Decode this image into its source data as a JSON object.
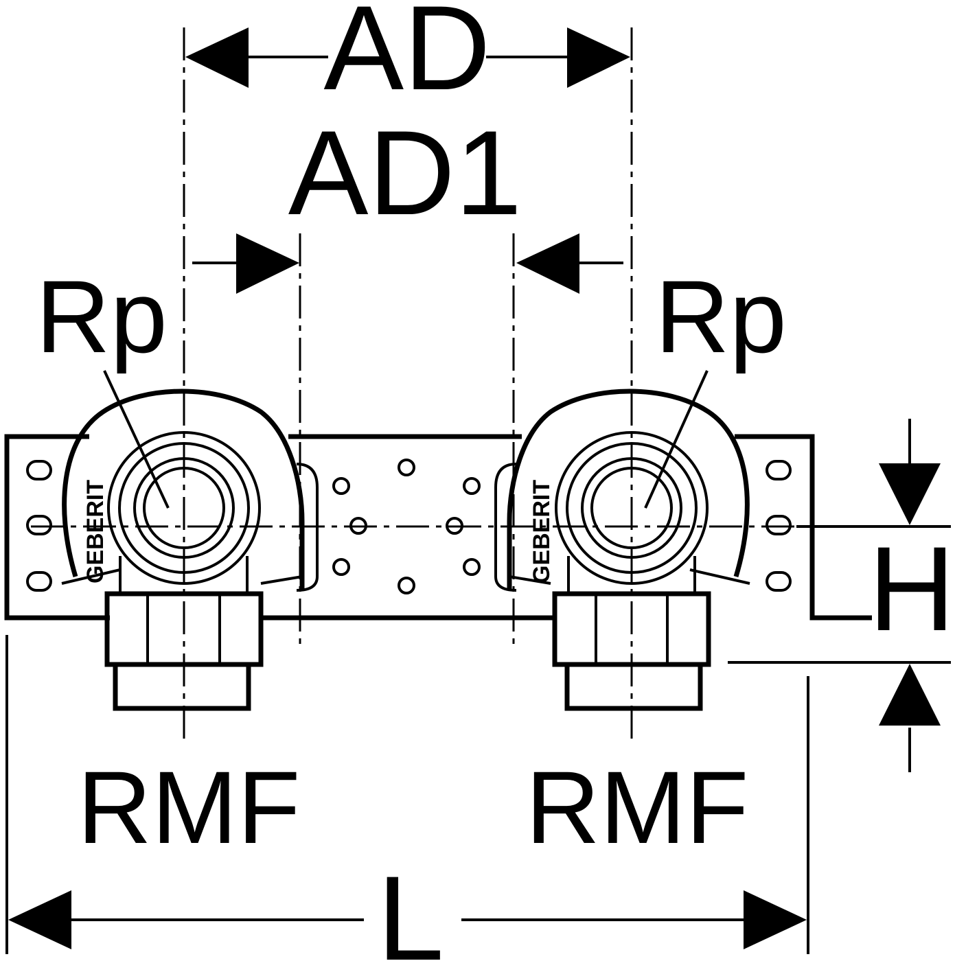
{
  "dimensions": {
    "ad": "AD",
    "ad1": "AD1",
    "h": "H",
    "l": "L"
  },
  "parts": {
    "rp_left": "Rp",
    "rp_right": "Rp",
    "rmf_left": "RMF",
    "rmf_right": "RMF"
  },
  "logo": {
    "brand_left": "GEBERIT",
    "brand_right": "GEBERIT"
  },
  "colors": {
    "line": "#000000",
    "background": "#ffffff"
  }
}
